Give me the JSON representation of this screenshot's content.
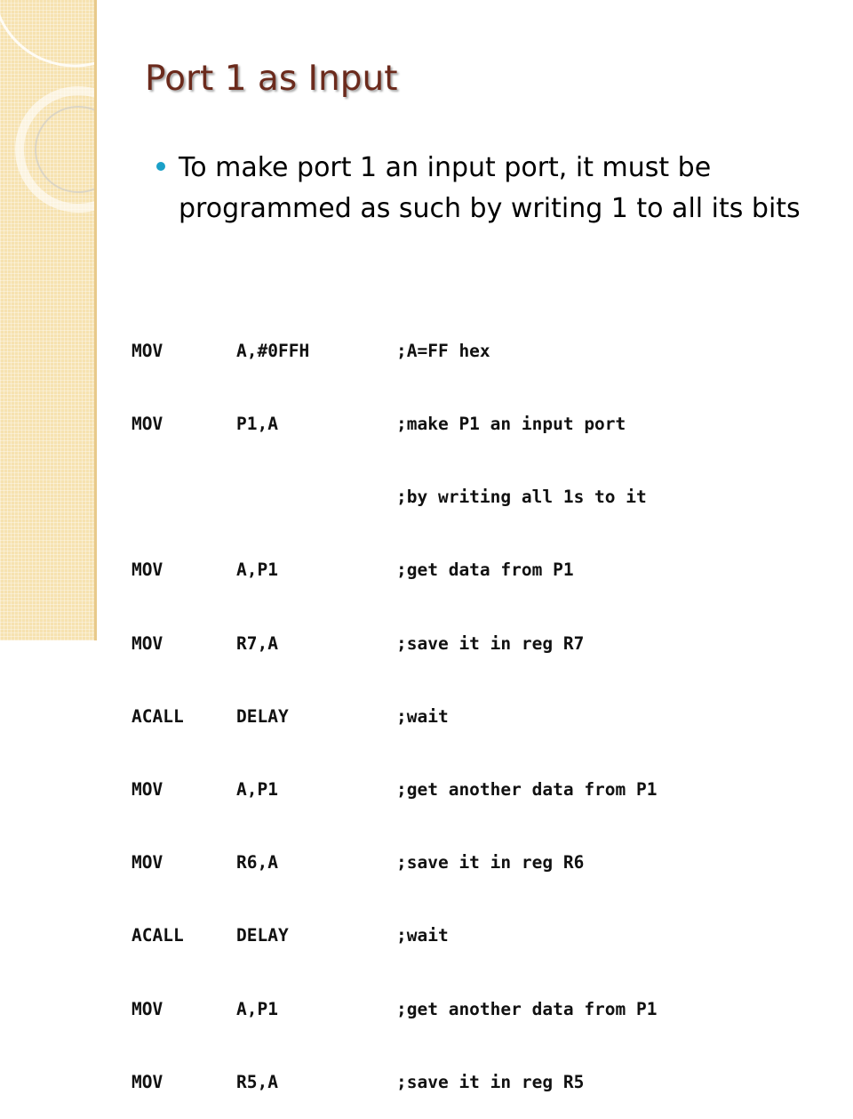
{
  "slide": {
    "title": "Port 1 as Input",
    "bullet": "To make port 1 an input port, it must be programmed as such by writing 1 to all its bits",
    "accent_color": "#6b2a1c",
    "bullet_color": "#1aa0c8"
  },
  "code": [
    {
      "op": "MOV",
      "arg": "A,#0FFH",
      "comment": ";A=FF hex"
    },
    {
      "op": "MOV",
      "arg": "P1,A",
      "comment": ";make P1 an input port"
    },
    {
      "op": "",
      "arg": "",
      "comment": ";by writing all 1s to it"
    },
    {
      "op": "MOV",
      "arg": "A,P1",
      "comment": ";get data from P1"
    },
    {
      "op": "MOV",
      "arg": "R7,A",
      "comment": ";save it in reg R7"
    },
    {
      "op": "ACALL",
      "arg": "DELAY",
      "comment": ";wait"
    },
    {
      "op": "MOV",
      "arg": "A,P1",
      "comment": ";get another data from P1"
    },
    {
      "op": "MOV",
      "arg": "R6,A",
      "comment": ";save it in reg R6"
    },
    {
      "op": "ACALL",
      "arg": "DELAY",
      "comment": ";wait"
    },
    {
      "op": "MOV",
      "arg": "A,P1",
      "comment": ";get another data from P1"
    },
    {
      "op": "MOV",
      "arg": "R5,A",
      "comment": ";save it in reg R5"
    }
  ]
}
